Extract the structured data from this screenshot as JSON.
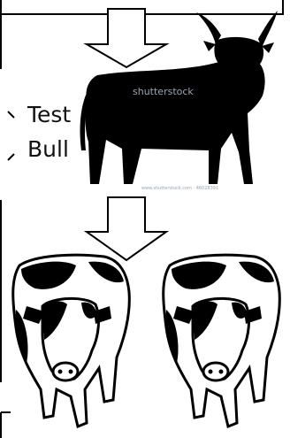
{
  "labels": {
    "line1": "Test",
    "line2": "Bull"
  },
  "watermark": {
    "brand": "shutterstock",
    "credit": "www.shutterstock.com · 46028391"
  },
  "icons": {
    "top_arrow": "down-arrow-outline",
    "bottom_arrow": "down-arrow-outline",
    "bull": "bull-silhouette",
    "cows": [
      "cow-holstein",
      "cow-holstein"
    ]
  },
  "colors": {
    "ink": "#000000",
    "background": "#ffffff",
    "watermark": "#9aa4ad"
  }
}
